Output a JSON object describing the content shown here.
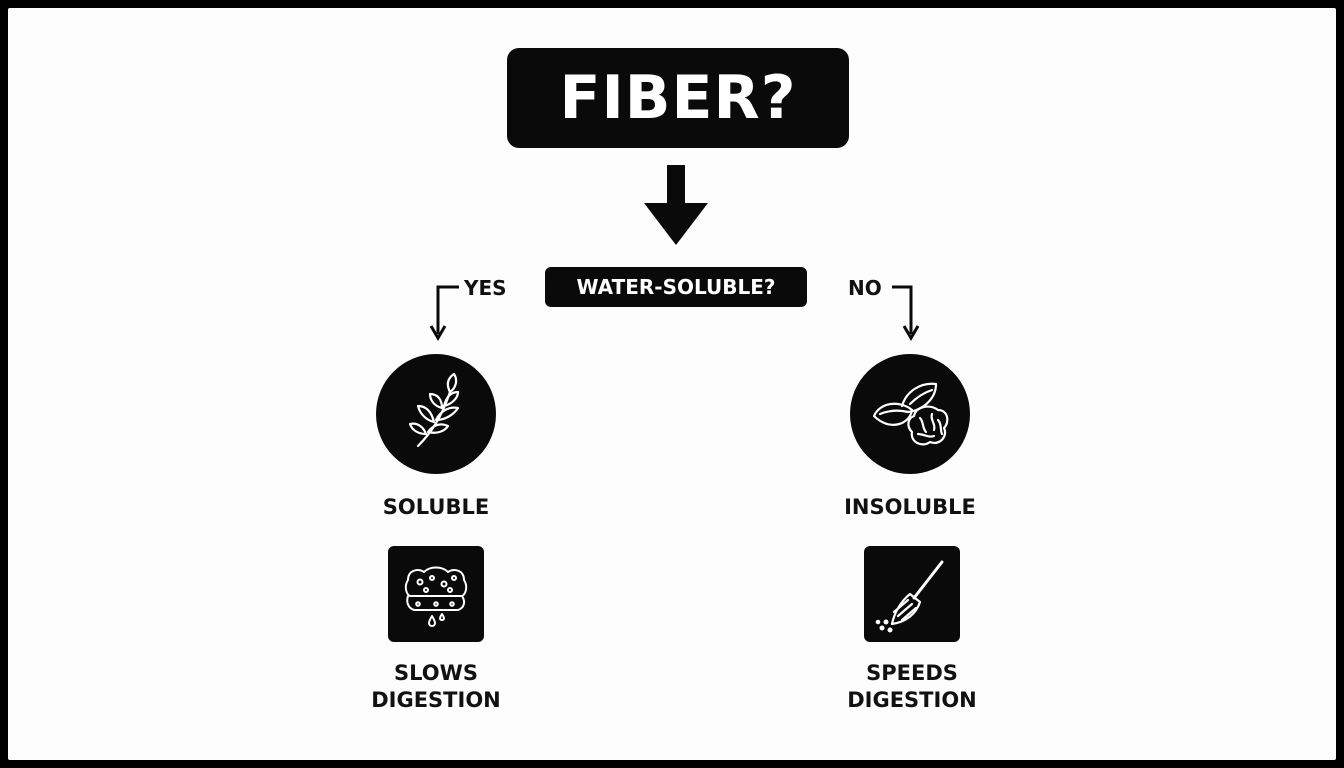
{
  "diagram": {
    "title": "FIBER?",
    "question": "WATER-SOLUBLE?",
    "branches": {
      "yes": {
        "label": "YES",
        "type": "SOLUBLE",
        "effect_line1": "SLOWS",
        "effect_line2": "DIGESTION",
        "type_icon": "plant-sprig-icon",
        "effect_icon": "sponge-icon"
      },
      "no": {
        "label": "NO",
        "type": "INSOLUBLE",
        "effect_line1": "SPEEDS",
        "effect_line2": "DIGESTION",
        "type_icon": "nuts-icon",
        "effect_icon": "broom-icon"
      }
    },
    "colors": {
      "ink": "#0a0a0a",
      "background": "#fdfdfd",
      "icon_stroke": "#ffffff"
    }
  }
}
